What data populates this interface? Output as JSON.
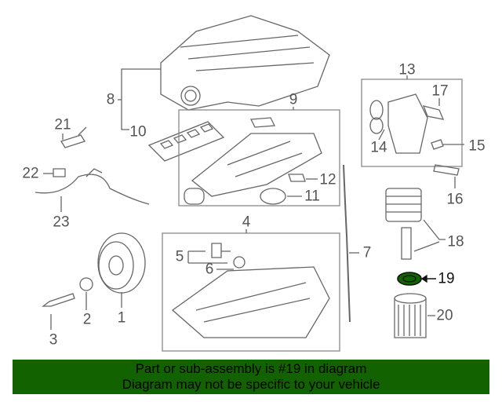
{
  "diagram": {
    "callouts": {
      "c1": "1",
      "c2": "2",
      "c3": "3",
      "c4": "4",
      "c5": "5",
      "c6": "6",
      "c7": "7",
      "c8": "8",
      "c9": "9",
      "c10": "10",
      "c11": "11",
      "c12": "12",
      "c13": "13",
      "c14": "14",
      "c15": "15",
      "c16": "16",
      "c17": "17",
      "c18": "18",
      "c19": "19",
      "c20": "20",
      "c21": "21",
      "c22": "22",
      "c23": "23"
    },
    "highlighted_part": "19",
    "highlight_color": "#126300"
  },
  "banner": {
    "line1": "Part or sub-assembly is #19 in diagram",
    "line2": "Diagram may not be specific to your vehicle",
    "color": "#126300"
  }
}
